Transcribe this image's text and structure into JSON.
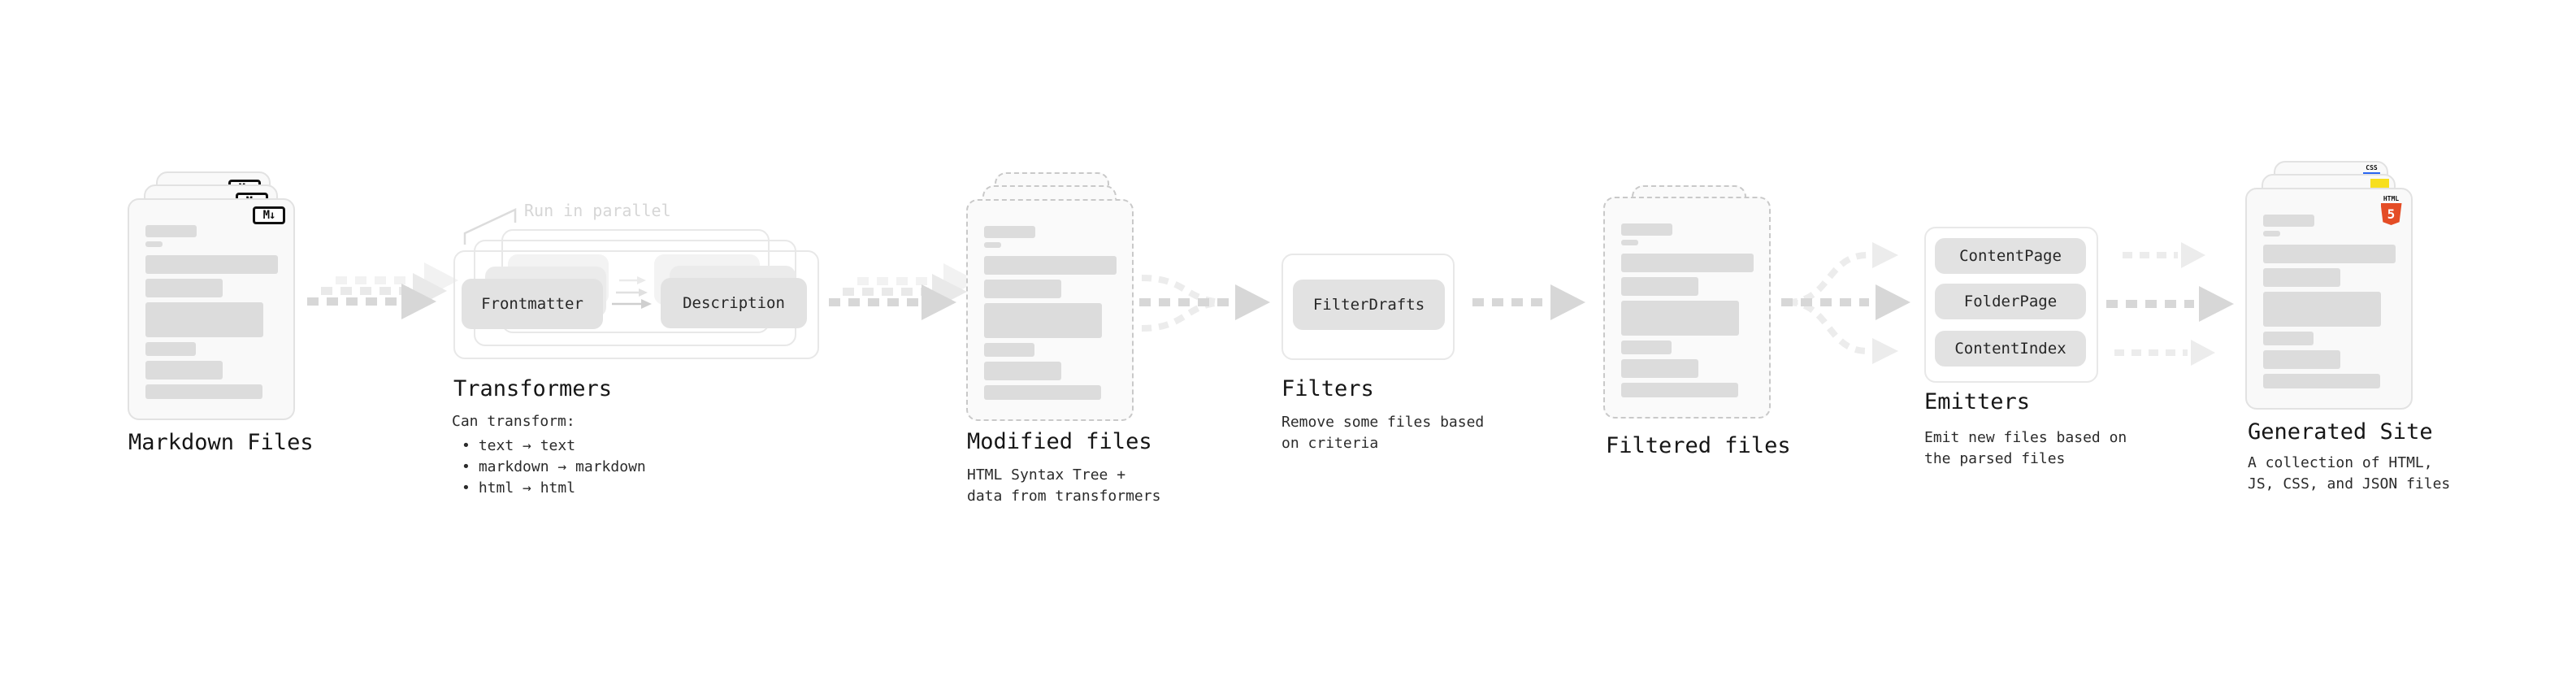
{
  "colors": {
    "arrow_gray": "#d7d7d7",
    "arrow_light": "#ececec",
    "card_border": "#e2e2e2",
    "pill_gray": "#e2e2e2",
    "html5_orange": "#e44d26",
    "js_yellow": "#f7df1e",
    "css_blue": "#2965f1",
    "note_gray": "#d6d6d6"
  },
  "diagram": {
    "stage1": {
      "label": "Markdown Files",
      "badge": "M↓"
    },
    "stage2": {
      "note": "Run in parallel",
      "transformer1": "Frontmatter",
      "transformer2": "Description",
      "label": "Transformers",
      "desc_intro": "Can transform:",
      "bullet": "•",
      "bullets": [
        "text → text",
        "markdown → markdown",
        "html → html"
      ]
    },
    "stage3": {
      "label": "Modified files",
      "desc": [
        "HTML Syntax Tree +",
        "data from transformers"
      ]
    },
    "stage4": {
      "filter1": "FilterDrafts",
      "label": "Filters",
      "desc": [
        "Remove some files based",
        "on criteria"
      ]
    },
    "stage5": {
      "label": "Filtered files"
    },
    "stage6": {
      "emitters": [
        "ContentPage",
        "FolderPage",
        "ContentIndex"
      ],
      "label": "Emitters",
      "desc": [
        "Emit new files based on",
        "the parsed files"
      ]
    },
    "stage7": {
      "label": "Generated Site",
      "desc": [
        "A collection of HTML,",
        "JS, CSS, and JSON files"
      ],
      "css_badge": "CSS",
      "html_badge": "HTML",
      "html_badge_number": "5"
    }
  }
}
